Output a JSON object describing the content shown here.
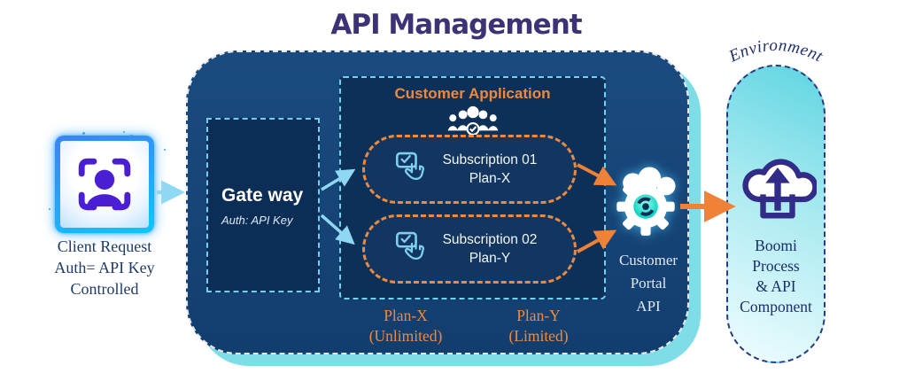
{
  "title": "API Management",
  "client": {
    "label_lines": [
      "Client Request",
      "Auth= API Key",
      "Controlled"
    ]
  },
  "gateway": {
    "title": "Gate way",
    "subtitle": "Auth: API Key"
  },
  "customer_application": {
    "title": "Customer Application",
    "subscriptions": [
      {
        "line1": "Subscription 01",
        "line2": "Plan-X"
      },
      {
        "line1": "Subscription 02",
        "line2": "Plan-Y"
      }
    ],
    "plans": [
      {
        "line1": "Plan-X",
        "line2": "(Unlimited)"
      },
      {
        "line1": "Plan-Y",
        "line2": "(Limited)"
      }
    ]
  },
  "portal": {
    "label_lines": [
      "Customer",
      "Portal",
      "API"
    ]
  },
  "environment": {
    "label": "Environment",
    "node_lines": [
      "Boomi",
      "Process",
      "& API",
      "Component"
    ]
  },
  "icons": {
    "client": "user-scan-icon",
    "crowd": "people-group-check-icon",
    "subscription": "tap-subscribe-icon",
    "portal": "gear-cloud-icon",
    "environment": "cloud-upload-tray-icon"
  },
  "colors": {
    "title": "#3E3276",
    "container_navy": "#15416F",
    "inner_navy": "#0D3058",
    "cyan_shadow": "#7FDDE8",
    "cyan_dash": "#6FD2EE",
    "orange": "#EE8A40",
    "light_blue_arrow": "#8FD8F4",
    "purple_icon": "#4A1ED2",
    "teal_gear_center": "#10D8C4",
    "serif_navy_text": "#1E3A68",
    "capsule_border": "#2B3A80"
  }
}
